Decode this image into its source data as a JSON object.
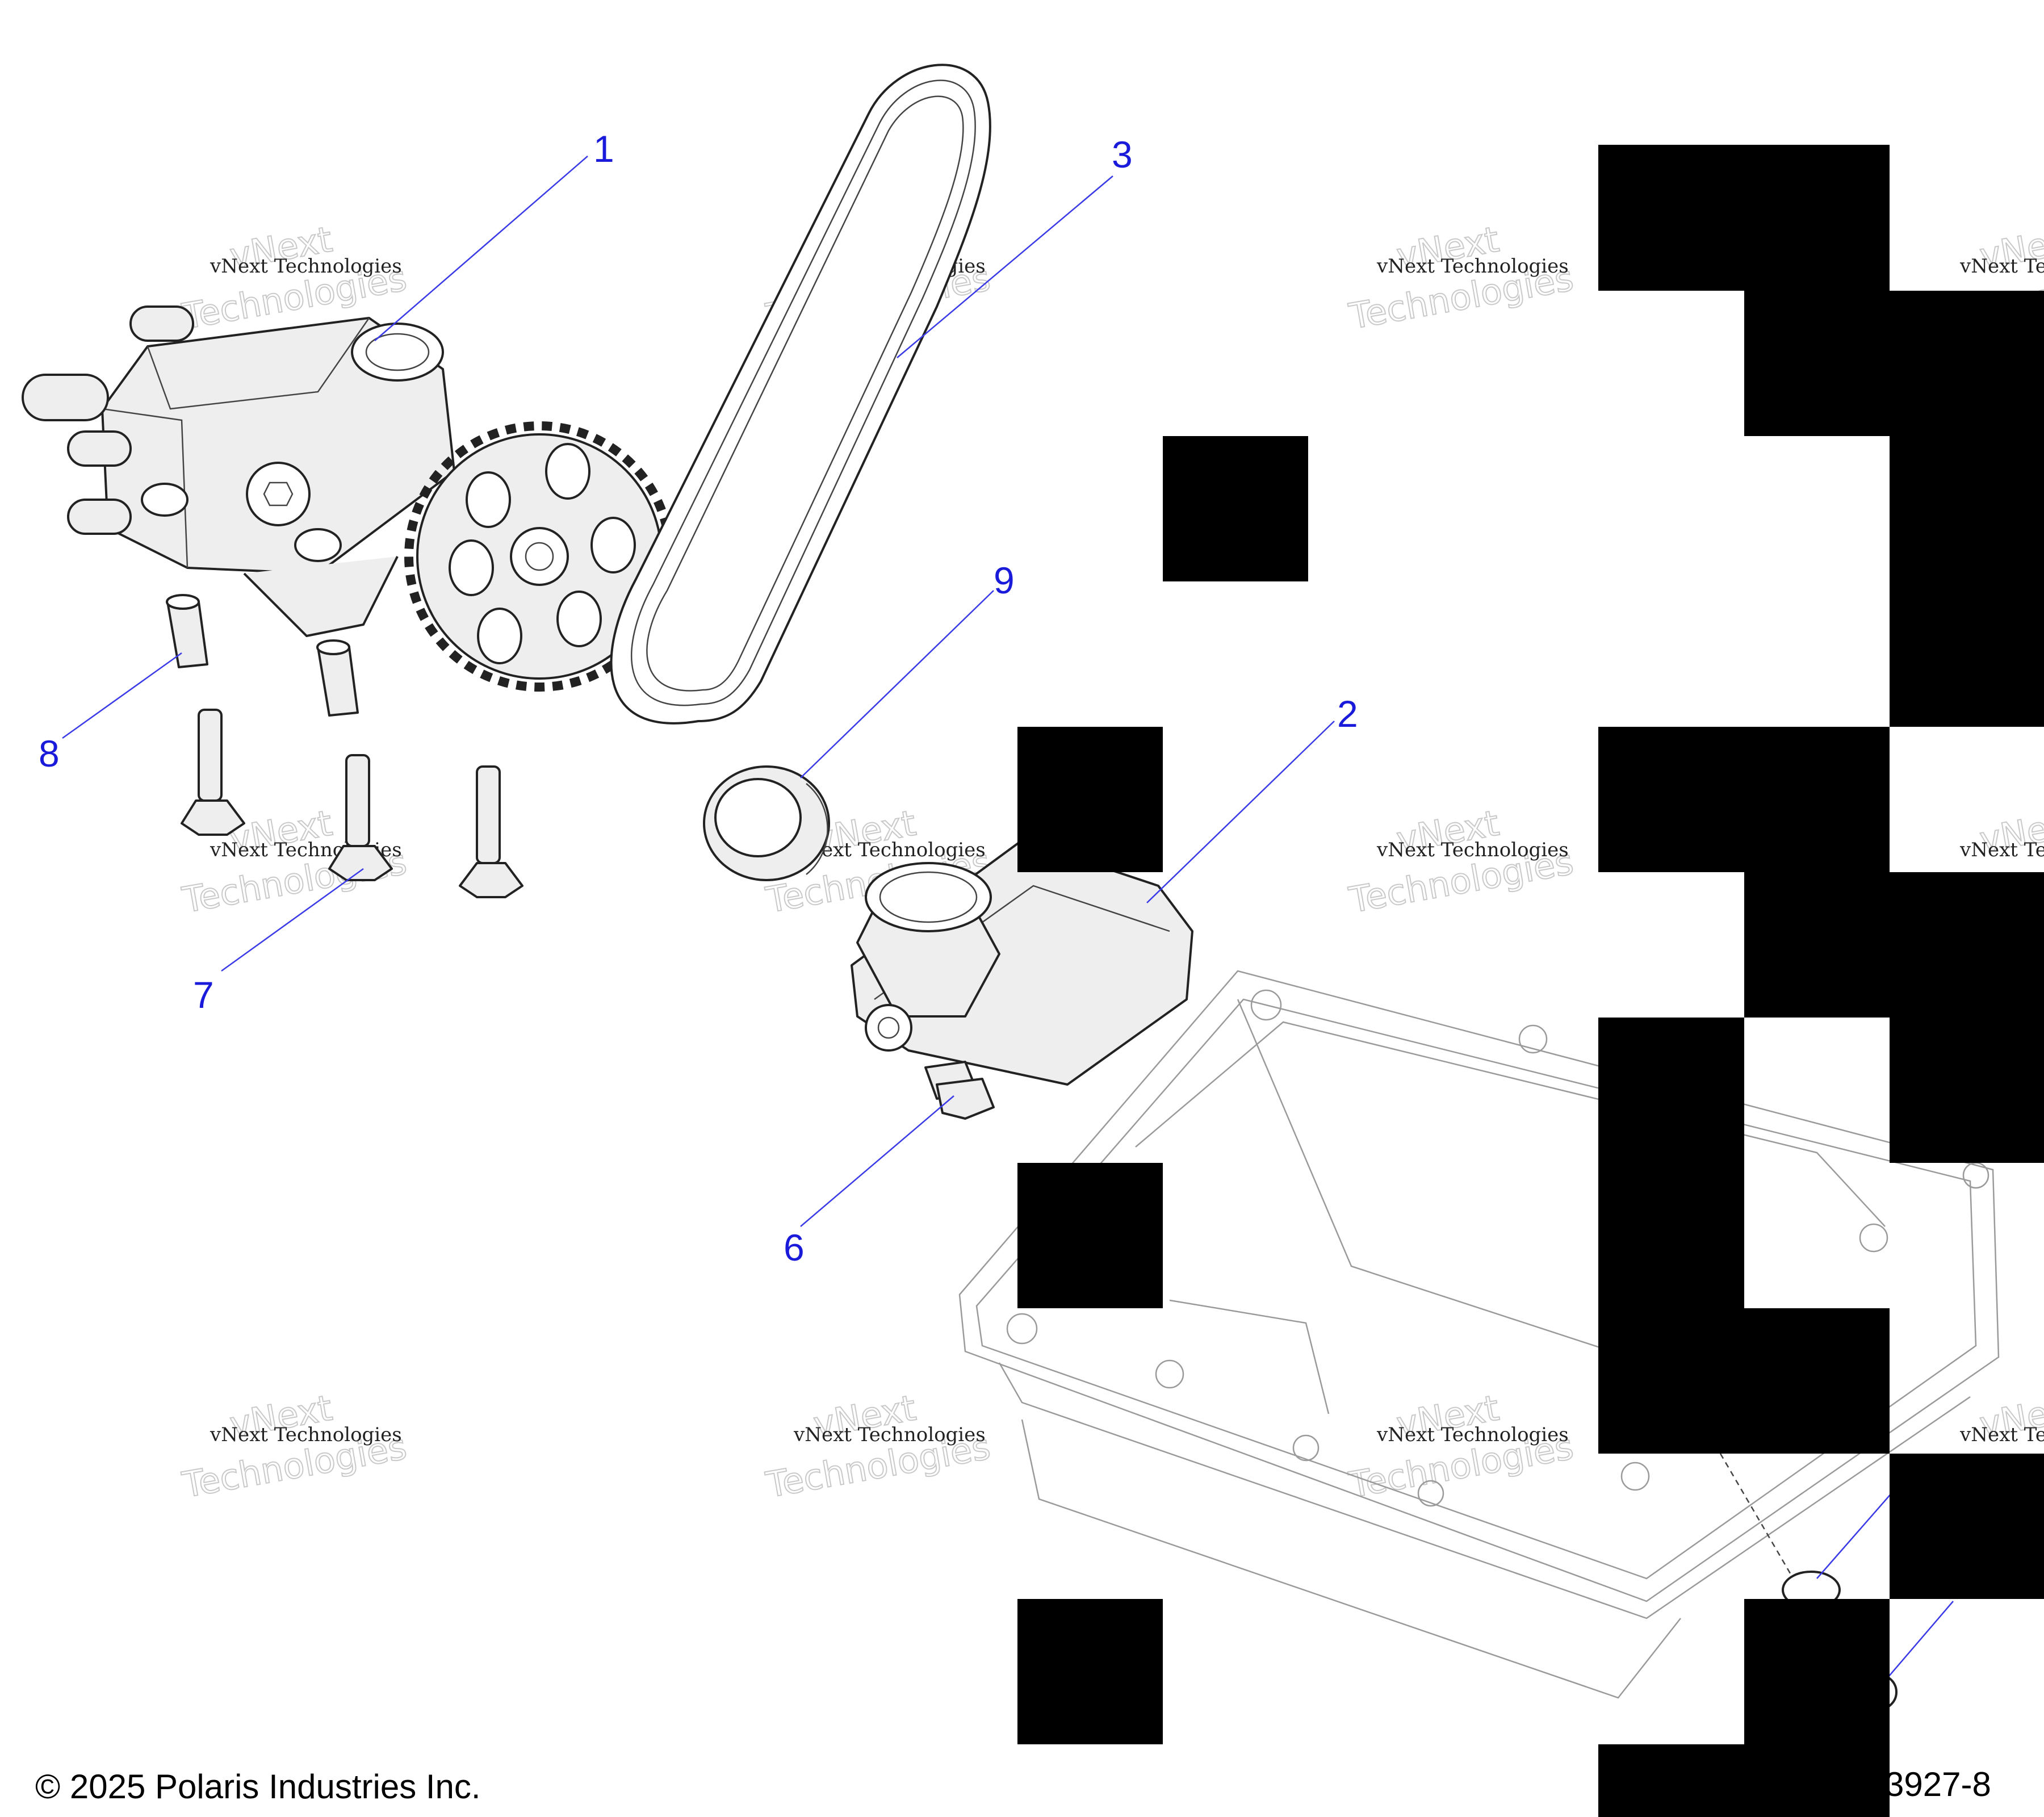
{
  "callouts": [
    {
      "number": "1"
    },
    {
      "number": "2"
    },
    {
      "number": "3"
    },
    {
      "number": "6"
    },
    {
      "number": "7"
    },
    {
      "number": "8"
    },
    {
      "number": "9"
    }
  ],
  "watermark": {
    "line1": "vNext Technologies",
    "line2": "Technologies",
    "line3": "vNext"
  },
  "footer": {
    "copyright": "© 2025 Polaris Industries Inc.",
    "figure_id": "3927-8"
  },
  "colors": {
    "callout": "#1a1adb",
    "leader": "#3a3ae8",
    "redaction": "#000000"
  }
}
